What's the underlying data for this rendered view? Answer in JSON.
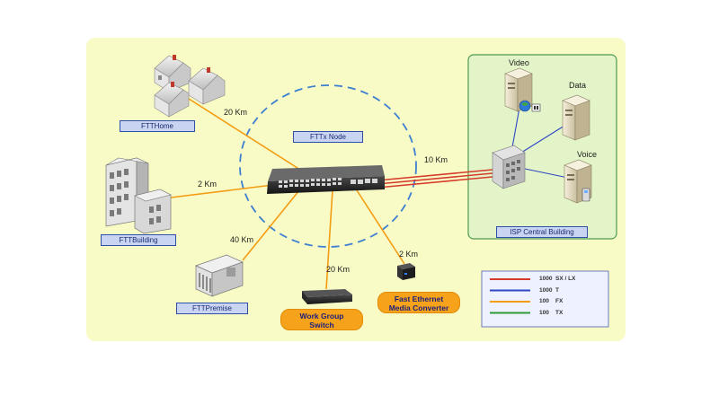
{
  "labels": {
    "ftthome": "FTTHome",
    "fttbuilding": "FTTBuilding",
    "fttpremise": "FTTPremise",
    "fttx_node": "FTTx Node",
    "isp_central": "ISP Central Building",
    "video": "Video",
    "data": "Data",
    "voice": "Voice",
    "work_group_switch_line1": "Work Group",
    "work_group_switch_line2": "Switch",
    "media_converter_line1": "Fast Ethernet",
    "media_converter_line2": "Media Converter"
  },
  "distances": {
    "home": "20 Km",
    "building": "2 Km",
    "premise": "40 Km",
    "switch": "20 Km",
    "converter": "2 Km",
    "isp": "10 Km"
  },
  "legend": [
    {
      "speed": "1000",
      "type": "SX / LX",
      "color": "#d63a2a"
    },
    {
      "speed": "1000",
      "type": "T",
      "color": "#2f47c4"
    },
    {
      "speed": "100",
      "type": "FX",
      "color": "#f39c12"
    },
    {
      "speed": "100",
      "type": "TX",
      "color": "#2e9a3a"
    }
  ],
  "colors": {
    "background_panel": "#f9fbc6",
    "isp_panel": "#e3f5c8",
    "fiber_orange": "#f39c12",
    "link_red": "#d63a2a",
    "link_blue": "#2f47c4",
    "node_circle": "#3d7fd1"
  }
}
